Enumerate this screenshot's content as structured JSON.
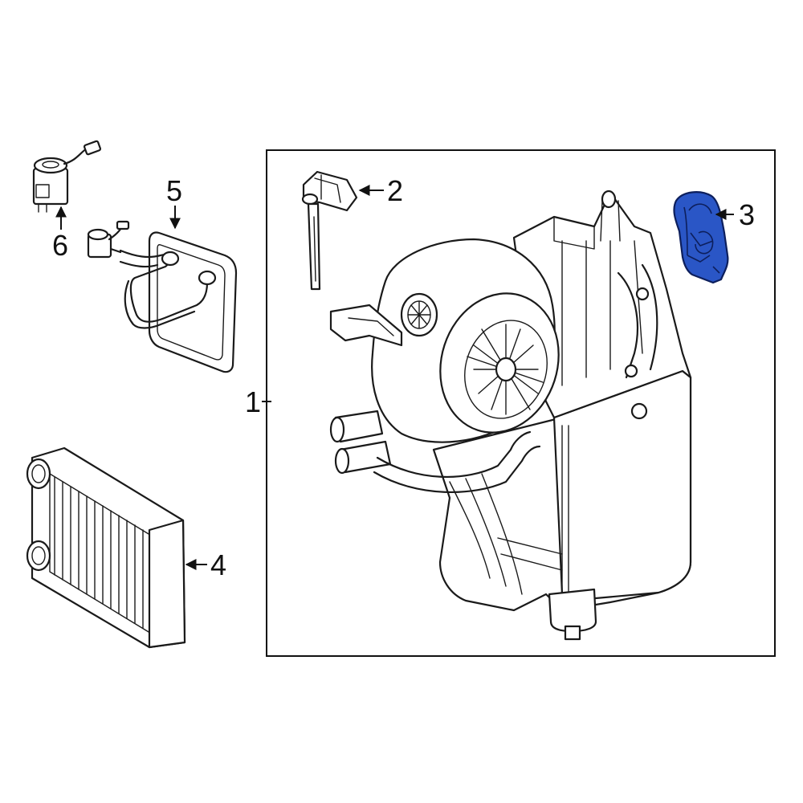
{
  "diagram": {
    "highlight_color": "#2a56c6",
    "callouts": {
      "c1": "1",
      "c2": "2",
      "c3": "3",
      "c4": "4",
      "c5": "5",
      "c6": "6"
    }
  }
}
